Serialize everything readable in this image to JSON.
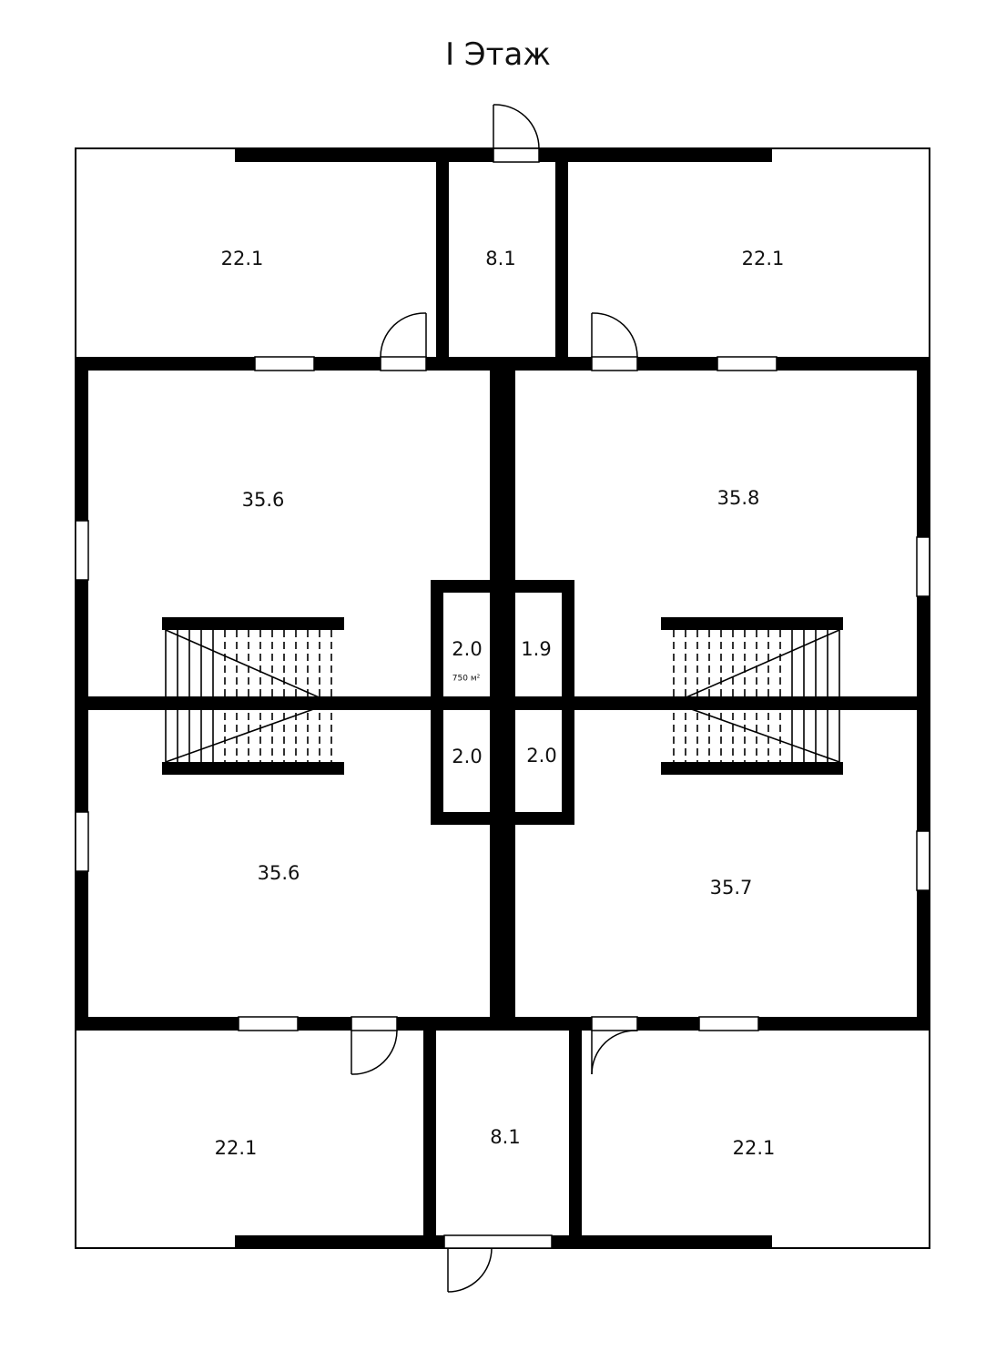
{
  "title": "I Этаж",
  "rooms": [
    {
      "label": "22.1"
    },
    {
      "label": "8.1"
    },
    {
      "label": "22.1"
    },
    {
      "label": "35.6"
    },
    {
      "label": "35.8"
    },
    {
      "label": "2.0"
    },
    {
      "label": "1.9"
    },
    {
      "label": "2.0"
    },
    {
      "label": "2.0"
    },
    {
      "label": "35.6"
    },
    {
      "label": "35.7"
    },
    {
      "label": "22.1"
    },
    {
      "label": "8.1"
    },
    {
      "label": "22.1"
    }
  ],
  "total_area": "750 м²",
  "colors": {
    "wall": "#000000",
    "background": "#ffffff"
  }
}
